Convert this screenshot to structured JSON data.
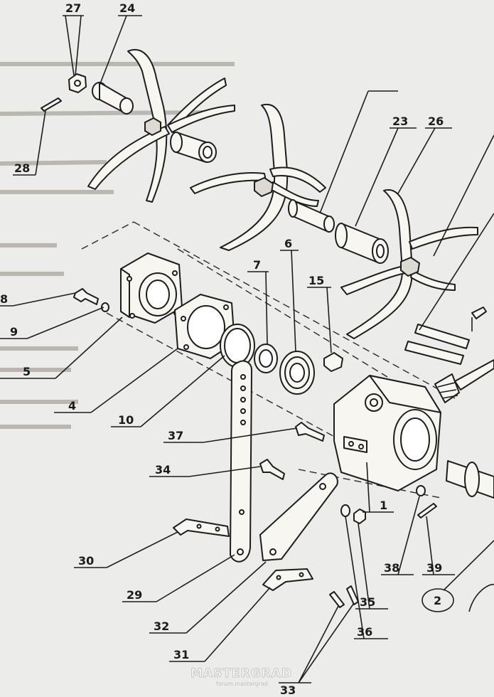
{
  "callouts": {
    "c1": "1",
    "c2": "2",
    "c4": "4",
    "c5": "5",
    "c6": "6",
    "c7": "7",
    "c8": "8",
    "c9": "9",
    "c10": "10",
    "c15": "15",
    "c23": "23",
    "c24": "24",
    "c26": "26",
    "c27": "27",
    "c28": "28",
    "c29": "29",
    "c30": "30",
    "c31": "31",
    "c32": "32",
    "c33": "33",
    "c34": "34",
    "c35": "35",
    "c36": "36",
    "c37": "37",
    "c38": "38",
    "c39": "39"
  },
  "watermark": {
    "main": "MASTERGRAD",
    "sub": "forum.mastergrad"
  },
  "colors": {
    "paper": "#ececea",
    "ink": "#1d1d1d"
  }
}
